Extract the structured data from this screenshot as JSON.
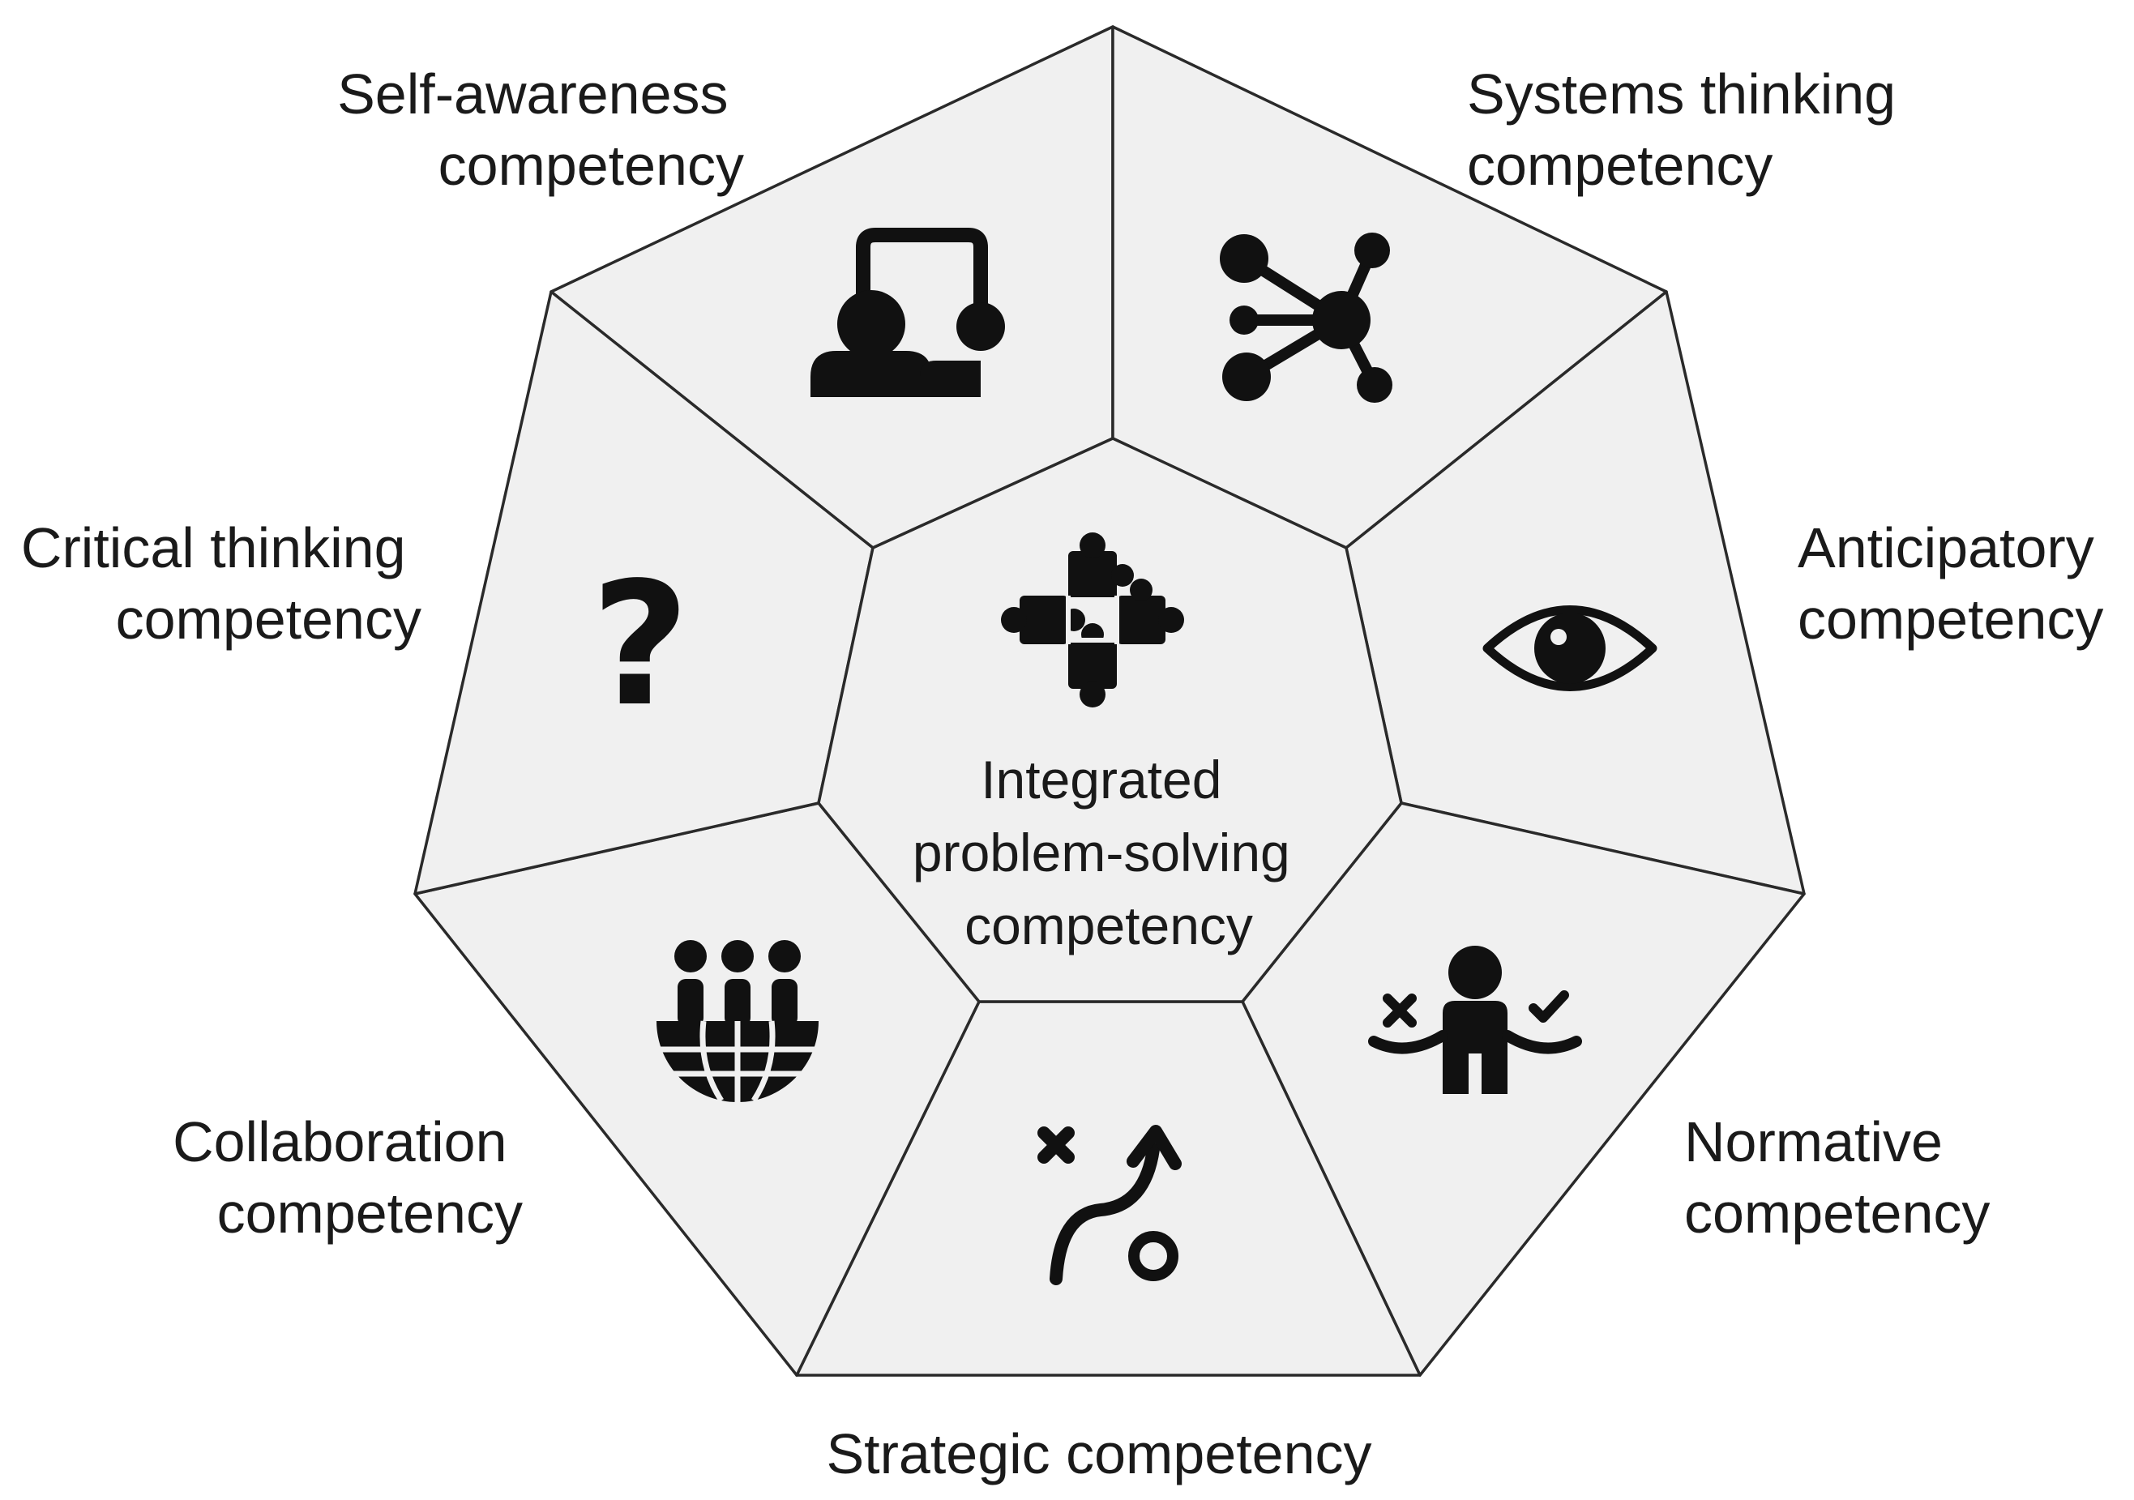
{
  "diagram": {
    "center": {
      "label_lines": [
        "Integrated",
        "problem-solving",
        "competency"
      ],
      "icon": "puzzle-pieces-icon"
    },
    "segments": [
      {
        "key": "self_awareness",
        "label_lines": [
          "Self-awareness",
          "competency"
        ],
        "icon": "two-people-frame-icon"
      },
      {
        "key": "systems_thinking",
        "label_lines": [
          "Systems thinking",
          "competency"
        ],
        "icon": "network-hub-icon"
      },
      {
        "key": "anticipatory",
        "label_lines": [
          "Anticipatory",
          "competency"
        ],
        "icon": "eye-icon"
      },
      {
        "key": "normative",
        "label_lines": [
          "Normative",
          "competency"
        ],
        "icon": "person-balance-icon"
      },
      {
        "key": "strategic",
        "label_lines": [
          "Strategic competency"
        ],
        "icon": "route-arrow-icon"
      },
      {
        "key": "collaboration",
        "label_lines": [
          "Collaboration",
          "competency"
        ],
        "icon": "people-globe-icon"
      },
      {
        "key": "critical_thinking",
        "label_lines": [
          "Critical thinking",
          "competency"
        ],
        "icon": "question-mark-icon"
      }
    ],
    "colors": {
      "segment_fill": "#f0f0f0",
      "outline": "#2a2a2a",
      "icon": "#111111"
    }
  }
}
